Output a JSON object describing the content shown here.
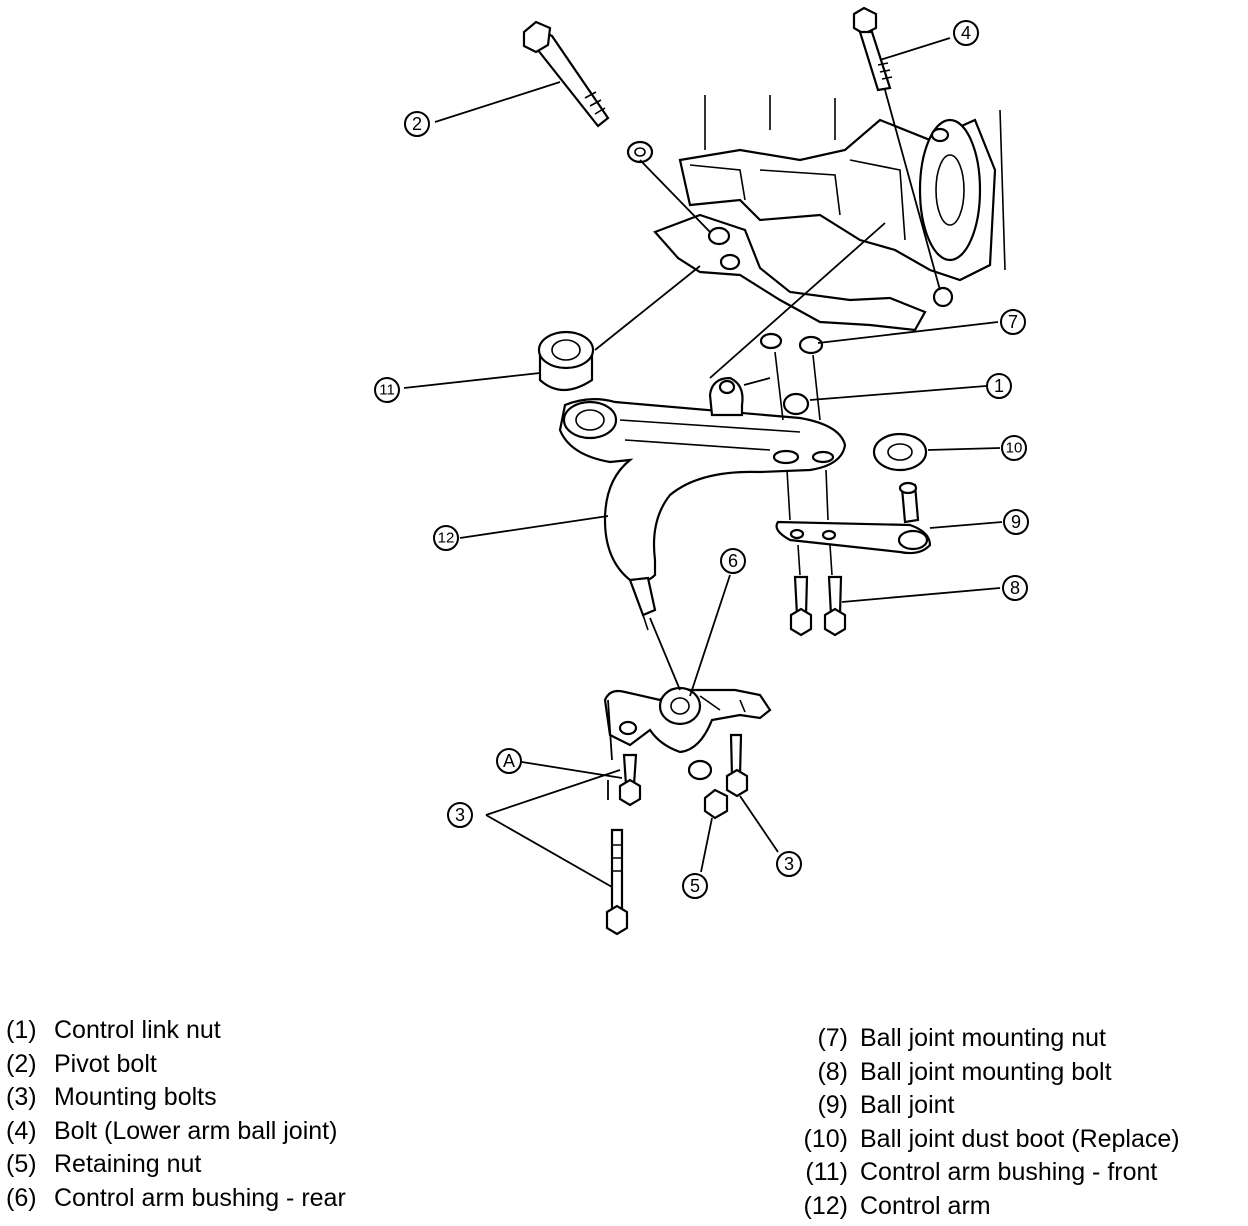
{
  "callouts": {
    "c1": "1",
    "c2": "2",
    "c3a": "3",
    "c3b": "3",
    "c4": "4",
    "c5": "5",
    "c6": "6",
    "c7": "7",
    "c8": "8",
    "c9": "9",
    "c10": "10",
    "c11": "11",
    "c12": "12",
    "cA": "A"
  },
  "legend": {
    "left": [
      {
        "num": "(1)",
        "label": "Control link nut"
      },
      {
        "num": "(2)",
        "label": "Pivot bolt"
      },
      {
        "num": "(3)",
        "label": "Mounting bolts"
      },
      {
        "num": "(4)",
        "label": "Bolt (Lower arm ball joint)"
      },
      {
        "num": "(5)",
        "label": "Retaining nut"
      },
      {
        "num": "(6)",
        "label": "Control arm bushing - rear"
      }
    ],
    "right": [
      {
        "num": "(7)",
        "label": "Ball joint mounting nut"
      },
      {
        "num": "(8)",
        "label": "Ball joint mounting bolt"
      },
      {
        "num": "(9)",
        "label": "Ball joint"
      },
      {
        "num": "(10)",
        "label": "Ball joint dust boot (Replace)"
      },
      {
        "num": "(11)",
        "label": "Control arm bushing - front"
      },
      {
        "num": "(12)",
        "label": "Control arm"
      }
    ]
  }
}
